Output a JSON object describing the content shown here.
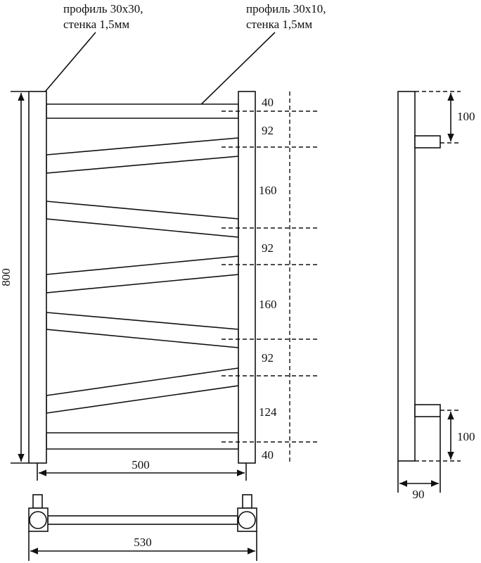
{
  "callouts": {
    "post_profile": {
      "line1": "профиль 30x30,",
      "line2": "стенка 1,5мм"
    },
    "bar_profile": {
      "line1": "профиль 30x10,",
      "line2": "стенка 1,5мм"
    }
  },
  "front_view": {
    "height_label": "800",
    "width_label": "500",
    "spacing_labels": [
      "40",
      "92",
      "160",
      "92",
      "160",
      "92",
      "124",
      "40"
    ]
  },
  "side_view": {
    "top_offset_label": "100",
    "bottom_offset_label": "100",
    "depth_label": "90"
  },
  "bottom_view": {
    "width_label": "530"
  }
}
